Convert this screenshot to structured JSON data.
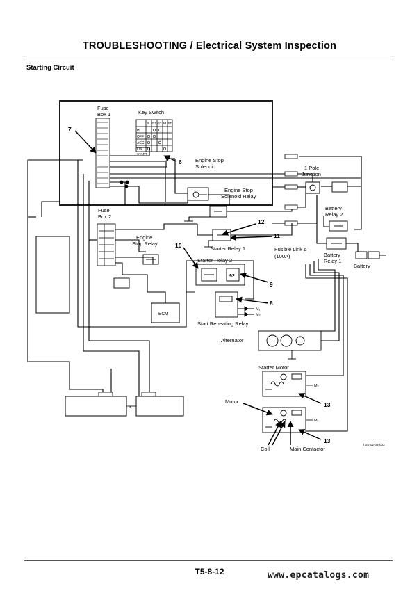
{
  "header": {
    "title": "TROUBLESHOOTING / Electrical System Inspection",
    "section": "Starting Circuit"
  },
  "diagram": {
    "labels": {
      "fuse_box_1_a": "Fuse",
      "fuse_box_1_b": "Box 1",
      "key_switch": "Key Switch",
      "engine_stop_solenoid_a": "Engine Stop",
      "engine_stop_solenoid_b": "Solenoid",
      "engine_stop_solenoid_relay_a": "Engine Stop",
      "engine_stop_solenoid_relay_b": "Solenoid Relay",
      "one_pole_junction_a": "1 Pole",
      "one_pole_junction_b": "Junction",
      "fuse_box_2_a": "Fuse",
      "fuse_box_2_b": "Box 2",
      "engine_stop_relay_a": "Engine",
      "engine_stop_relay_b": "Stop Relay",
      "starter_relay_1": "Starter Relay 1",
      "starter_relay_2": "Starter Relay 2",
      "fusible_link_a": "Fusible Link 6",
      "fusible_link_b": "(100A)",
      "battery_relay_2_a": "Battery",
      "battery_relay_2_b": "Relay 2",
      "battery_relay_1_a": "Battery",
      "battery_relay_1_b": "Relay 1",
      "battery": "Battery",
      "ecm": "ECM",
      "start_repeating_relay": "Start Repeating Relay",
      "alternator": "Alternator",
      "starter_motor": "Starter Motor",
      "motor": "Motor",
      "coil": "Coil",
      "main_contactor": "Main Contactor",
      "figure_code": "T1IE-02-03-003"
    },
    "callouts": {
      "n6": "6",
      "n7": "7",
      "n8": "8",
      "n9": "9",
      "n10": "10",
      "n11": "11",
      "n12": "12",
      "n13a": "13",
      "n13b": "13"
    },
    "key_switch_grid": {
      "columns": [
        "B",
        "G1",
        "G2",
        "M",
        "ST"
      ],
      "rows": [
        "H",
        "OFF",
        "ACC",
        "ON",
        "START"
      ]
    },
    "motor_terminals": {
      "m1": "M₁",
      "m2": "M₂"
    }
  },
  "footer": {
    "page_number": "T5-8-12",
    "watermark": "www.epcatalogs.com"
  }
}
